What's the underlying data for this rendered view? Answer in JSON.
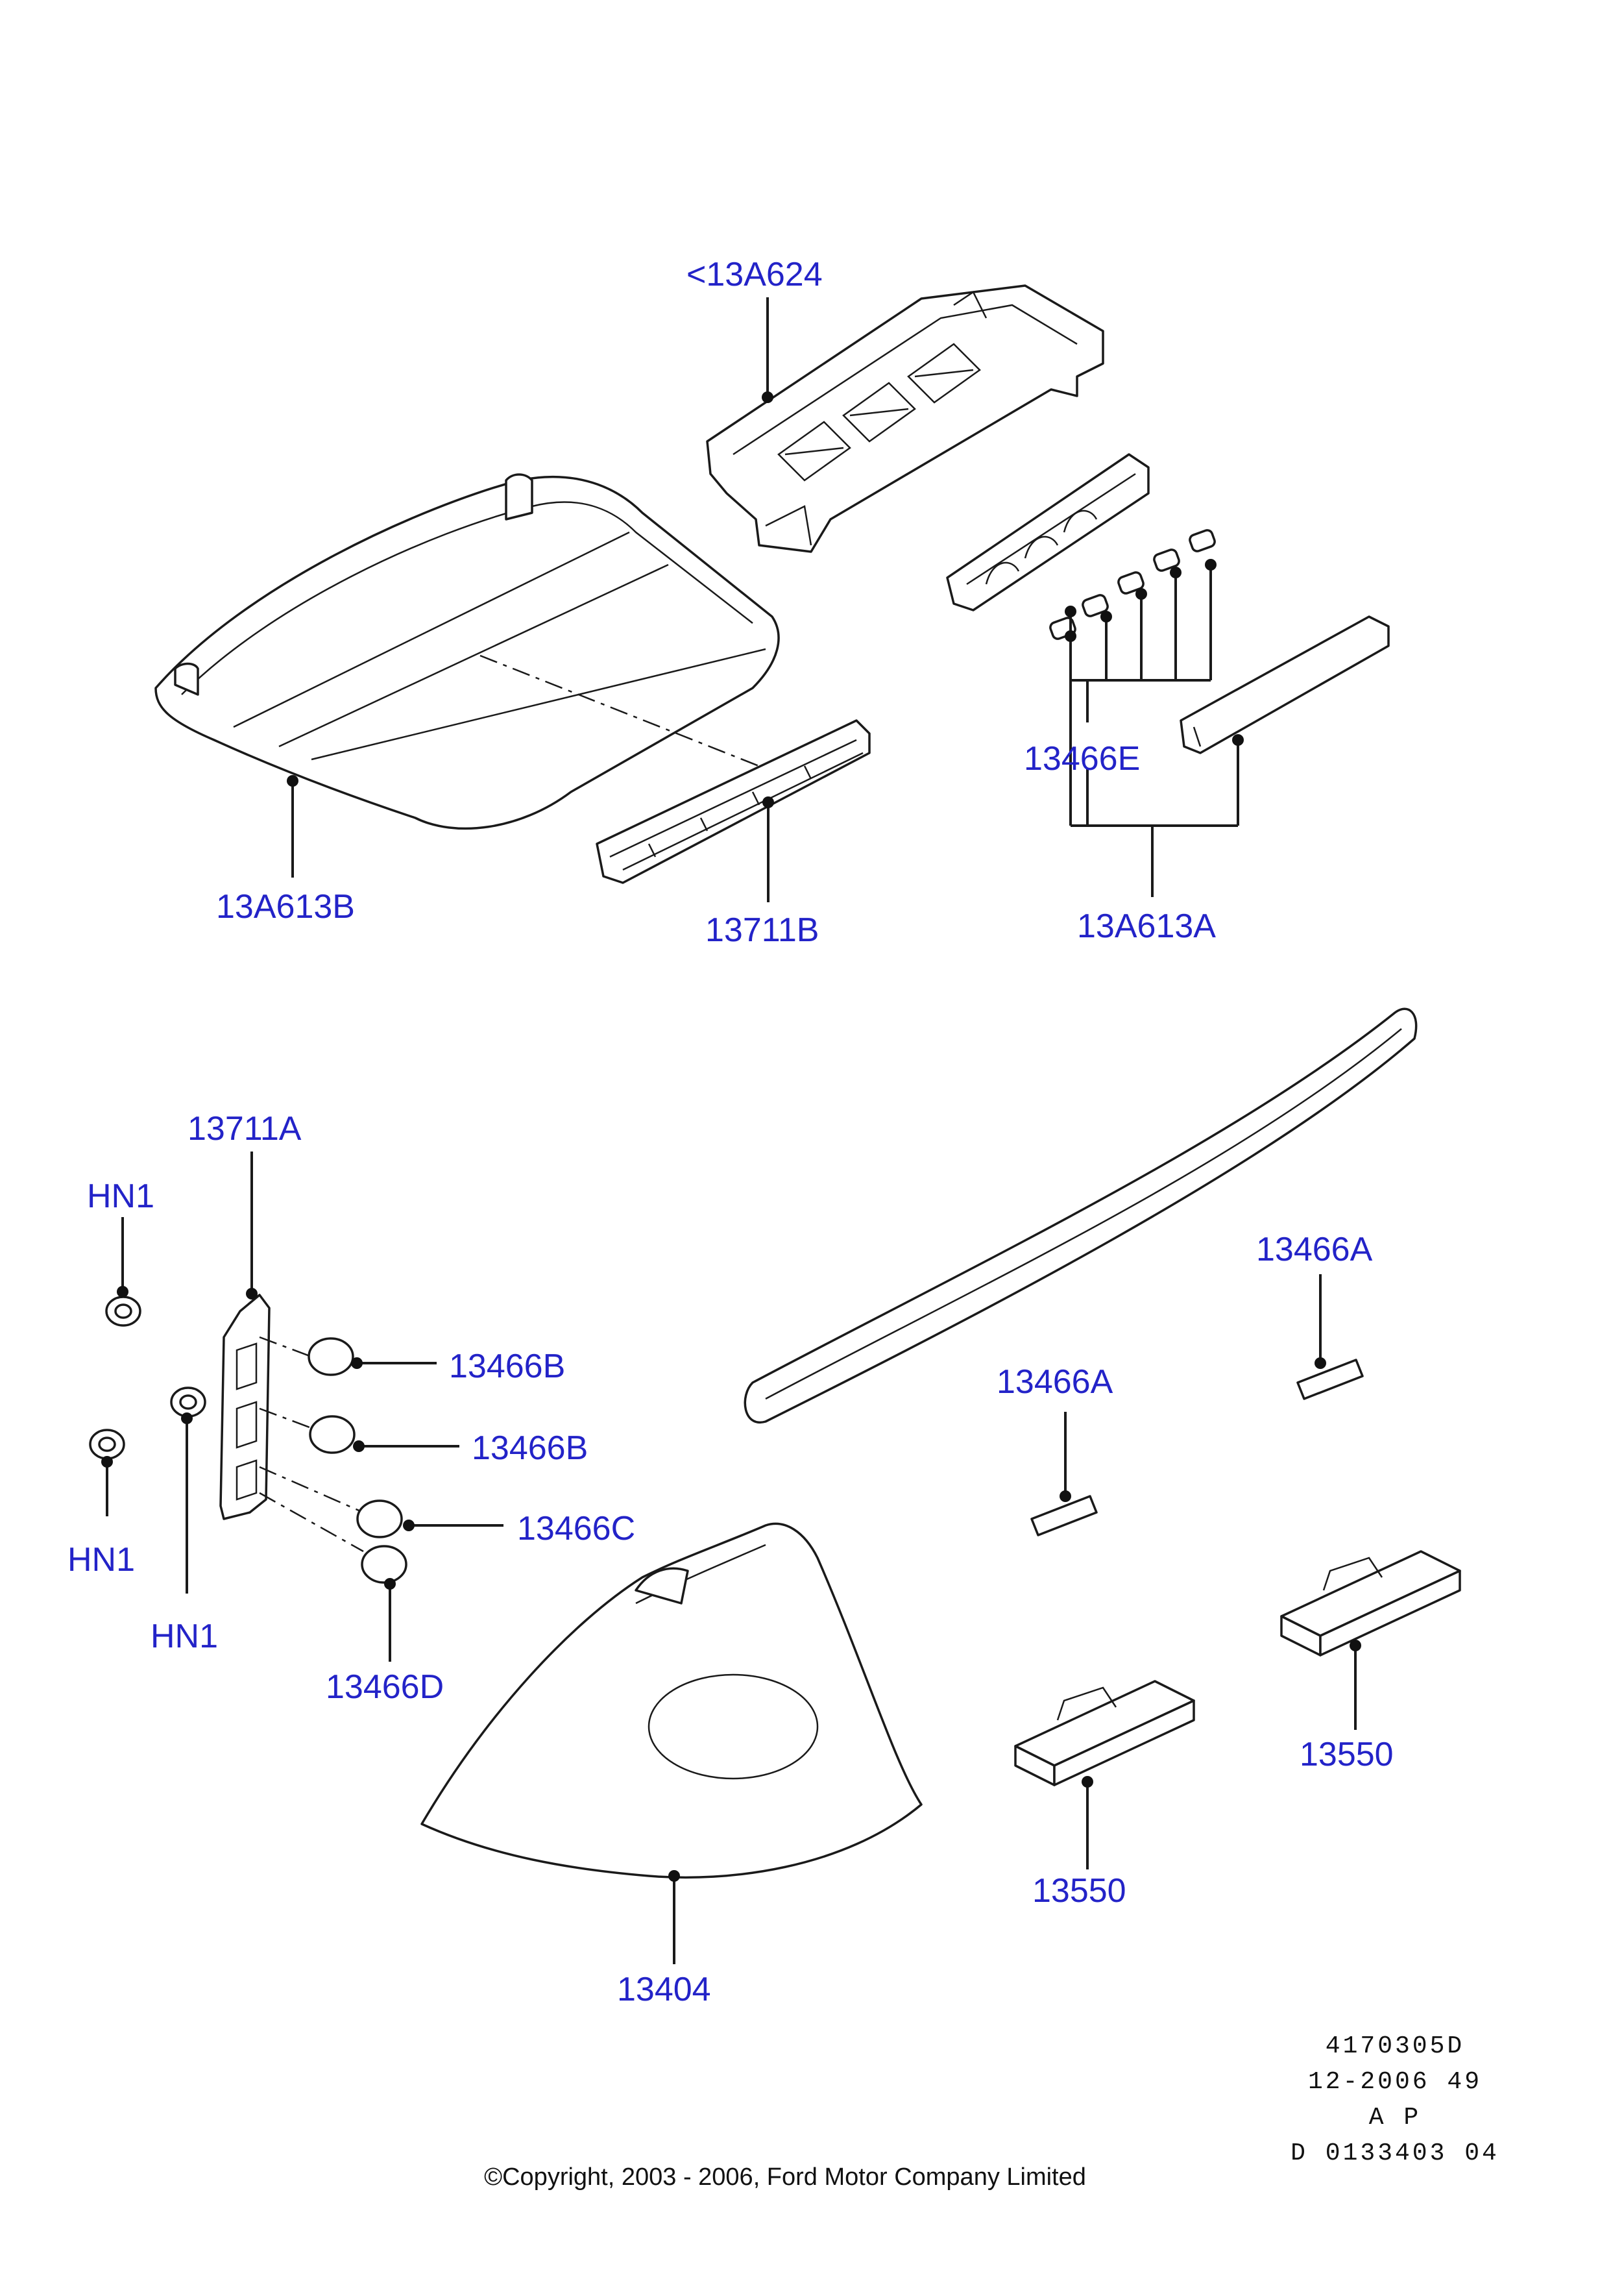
{
  "parts": {
    "p_13a624": "<13A624",
    "p_13a613b": "13A613B",
    "p_13711b": "13711B",
    "p_13466e": "13466E",
    "p_13a613a": "13A613A",
    "p_13711a": "13711A",
    "p_hn1_top": "HN1",
    "p_hn1_left": "HN1",
    "p_hn1_mid": "HN1",
    "p_13466b_1": "13466B",
    "p_13466b_2": "13466B",
    "p_13466c": "13466C",
    "p_13466d": "13466D",
    "p_13466a_right": "13466A",
    "p_13466a_mid": "13466A",
    "p_13550_right": "13550",
    "p_13550_mid": "13550",
    "p_13404": "13404"
  },
  "doc_ref": {
    "line1": "4170305D",
    "line2": "12-2006 49",
    "line3": "A P",
    "line4": "D 0133403 04"
  },
  "copyright": "©Copyright, 2003 - 2006, Ford Motor Company Limited"
}
